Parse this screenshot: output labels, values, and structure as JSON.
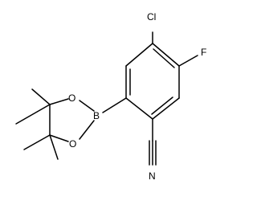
{
  "atoms": {
    "chlorine": "Cl",
    "fluorine": "F",
    "boron": "B",
    "oxygen_top": "O",
    "oxygen_bottom": "O",
    "nitrogen": "N"
  },
  "colors": {
    "bond": "#000000",
    "label": "#000000",
    "background": "#ffffff"
  }
}
